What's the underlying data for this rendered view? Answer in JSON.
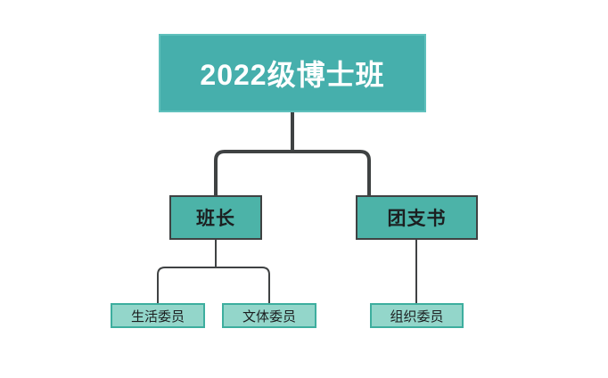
{
  "diagram": {
    "title_node": {
      "label": "2022级博士班",
      "fill": "#46AFAC",
      "border": "#5FC0BC",
      "text_color": "#ffffff"
    },
    "level2": [
      {
        "label": "班长",
        "fill": "#4CB3A8",
        "border": "#3F4243"
      },
      {
        "label": "团支书",
        "fill": "#4CB3A8",
        "border": "#3F4243"
      }
    ],
    "level3": [
      {
        "label": "生活委员",
        "fill": "#93D6CA",
        "border": "#3DAE9E"
      },
      {
        "label": "文体委员",
        "fill": "#93D6CA",
        "border": "#3DAE9E"
      },
      {
        "label": "组织委员",
        "fill": "#93D6CA",
        "border": "#3DAE9E"
      }
    ],
    "connector_color": "#3F4243",
    "background": "#ffffff"
  }
}
